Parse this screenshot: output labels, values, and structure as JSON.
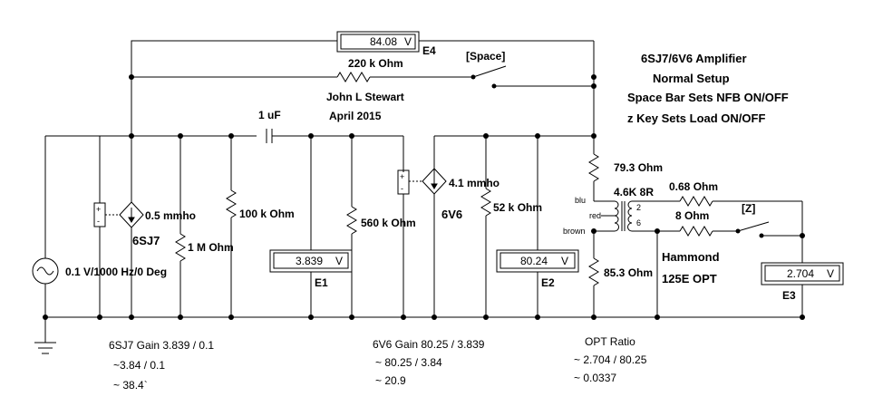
{
  "title_block": {
    "line1": "6SJ7/6V6 Amplifier",
    "line2": "Normal Setup",
    "line3": "Space Bar Sets NFB ON/OFF",
    "line4": "z Key Sets Load ON/OFF"
  },
  "author": {
    "name": "John L Stewart",
    "date": "April 2015"
  },
  "meters": [
    {
      "id": "E4",
      "value": "84.08",
      "unit": "V"
    },
    {
      "id": "E1",
      "value": "3.839",
      "unit": "V"
    },
    {
      "id": "E2",
      "value": "80.24",
      "unit": "V"
    },
    {
      "id": "E3",
      "value": "2.704",
      "unit": "V"
    }
  ],
  "components": {
    "r_feedback": "220 k Ohm",
    "switch_space": "[Space]",
    "cap": "1 uF",
    "source": "0.1 V/1000 Hz/0 Deg",
    "g1_gm": "0.5 mmho",
    "g1_tube": "6SJ7",
    "r_1m": "1 M Ohm",
    "r_100k": "100 k Ohm",
    "r_560k": "560 k Ohm",
    "g2_gm": "4.1 mmho",
    "g2_tube": "6V6",
    "r_52k": "52 k Ohm",
    "r_79": "79.3 Ohm",
    "r_85": "85.3 Ohm",
    "r_068": "0.68 Ohm",
    "r_8": "8 Ohm",
    "switch_z": "[Z]",
    "xfmr_ratio": "4.6K 8R",
    "xfmr_blu": "blu",
    "xfmr_red": "red",
    "xfmr_brown": "brown",
    "xfmr_2": "2",
    "xfmr_6": "6",
    "opt_name1": "Hammond",
    "opt_name2": "125E OPT"
  },
  "calcs": {
    "g1": [
      "6SJ7 Gain 3.839 / 0.1",
      "~3.84 / 0.1",
      "~ 38.4`"
    ],
    "g2": [
      "6V6 Gain 80.25 / 3.839",
      "~ 80.25 / 3.84",
      "~ 20.9"
    ],
    "opt": [
      "OPT Ratio",
      "~ 2.704 / 80.25",
      "~ 0.0337"
    ]
  }
}
